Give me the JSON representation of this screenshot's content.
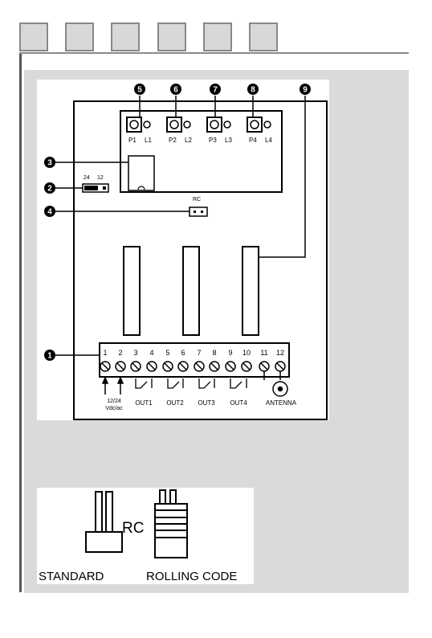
{
  "toolbar": {
    "tabs": [
      "",
      "",
      "",
      "",
      "",
      ""
    ]
  },
  "diagram": {
    "callouts": [
      "1",
      "2",
      "3",
      "4",
      "5",
      "6",
      "7",
      "8",
      "9"
    ],
    "button_labels": [
      "P1",
      "L1",
      "P2",
      "L2",
      "P3",
      "L3",
      "P4",
      "L4"
    ],
    "jumper_labels": [
      "24",
      "12"
    ],
    "rc_label": "RC",
    "terminal_numbers": [
      "1",
      "2",
      "3",
      "4",
      "5",
      "6",
      "7",
      "8",
      "9",
      "10",
      "11",
      "12"
    ],
    "power_label_top": "12/24",
    "power_label_bottom": "Vdc/ac",
    "output_labels": [
      "OUT1",
      "OUT2",
      "OUT3",
      "OUT4"
    ],
    "antenna_label": "ANTENNA"
  },
  "connector": {
    "rc_label": "RC",
    "standard_label": "STANDARD",
    "rolling_label": "ROLLING CODE"
  }
}
